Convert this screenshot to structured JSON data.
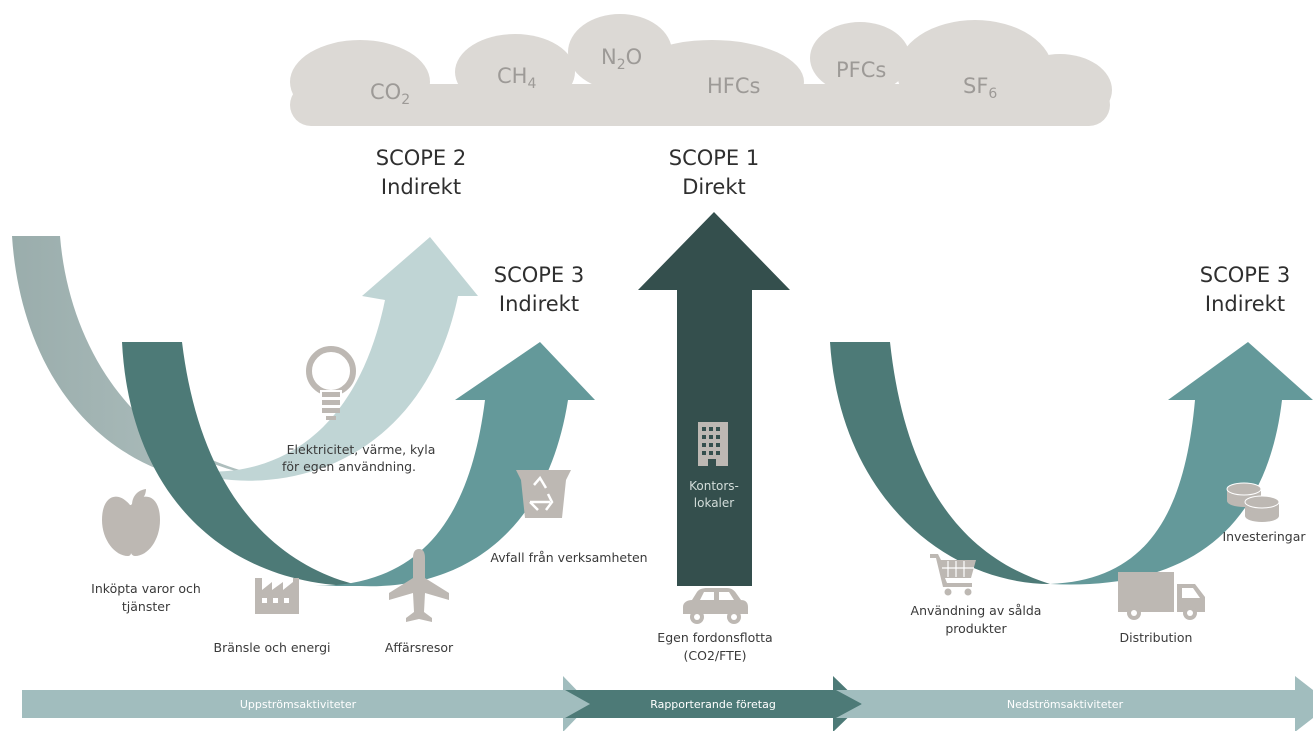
{
  "gases": {
    "co2": {
      "base": "CO",
      "sub": "2"
    },
    "ch4": {
      "base": "CH",
      "sub": "4"
    },
    "n2o": {
      "base_a": "N",
      "sub": "2",
      "base_b": "O"
    },
    "hfcs": "HFCs",
    "pfcs": "PFCs",
    "sf6": {
      "base": "SF",
      "sub": "6"
    }
  },
  "scopes": {
    "scope2": {
      "title": "SCOPE 2",
      "subtitle": "Indirekt"
    },
    "scope1": {
      "title": "SCOPE 1",
      "subtitle": "Direkt"
    },
    "scope3_up": {
      "title": "SCOPE 3",
      "subtitle": "Indirekt"
    },
    "scope3_down": {
      "title": "SCOPE 3",
      "subtitle": "Indirekt"
    }
  },
  "labels": {
    "electricity": [
      "Elektricitet, värme, kyla",
      "för egen användning."
    ],
    "purchased": [
      "Inköpta varor och",
      "tjänster"
    ],
    "fuel": "Bränsle och energi",
    "travel": "Affärsresor",
    "waste": "Avfall från verksamheten",
    "offices": [
      "Kontors-",
      "lokaler"
    ],
    "fleet": [
      "Egen fordonsflotta",
      "(CO2/FTE)"
    ],
    "use_sold": [
      "Användning av sålda",
      "produkter"
    ],
    "distribution": "Distribution",
    "investments": "Investeringar"
  },
  "bands": {
    "upstream": "Uppströmsaktiviteter",
    "reporting": "Rapporterande företag",
    "downstream": "Nedströmsaktiviteter"
  },
  "icons": [
    "lightbulb-icon",
    "apple-icon",
    "factory-icon",
    "airplane-icon",
    "recycle-bin-icon",
    "office-building-icon",
    "car-icon",
    "shopping-cart-icon",
    "delivery-truck-icon",
    "coins-icon"
  ],
  "colors": {
    "cloud": "#dcd9d5",
    "dark_teal": "#344f4d",
    "teal": "#4d7a77",
    "mid_teal": "#64999a",
    "light_teal": "#c0d5d5",
    "grey_teal": "#97a8a7",
    "band_light": "#a1bdbe",
    "icon_grey": "#bdb8b3"
  }
}
